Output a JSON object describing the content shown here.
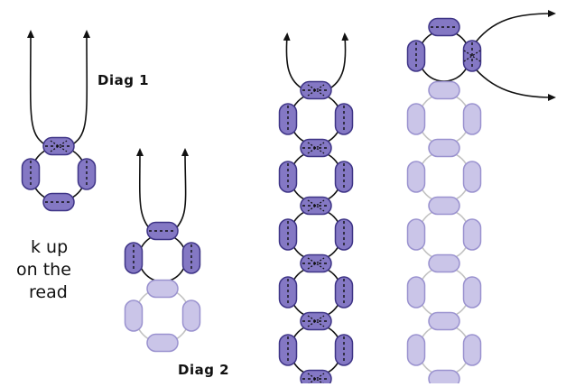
{
  "labels": {
    "diag1": "Diag 1",
    "diag2": "Diag 2"
  },
  "side_text": [
    "k up",
    "on the",
    "read"
  ],
  "colors": {
    "bead_dark_fill": "#8478c4",
    "bead_dark_stroke": "#3e3486",
    "bead_light_fill": "#cac5e8",
    "bead_light_stroke": "#9a92cf",
    "thread_dark": "#111111",
    "thread_light": "#c2c2c2"
  }
}
